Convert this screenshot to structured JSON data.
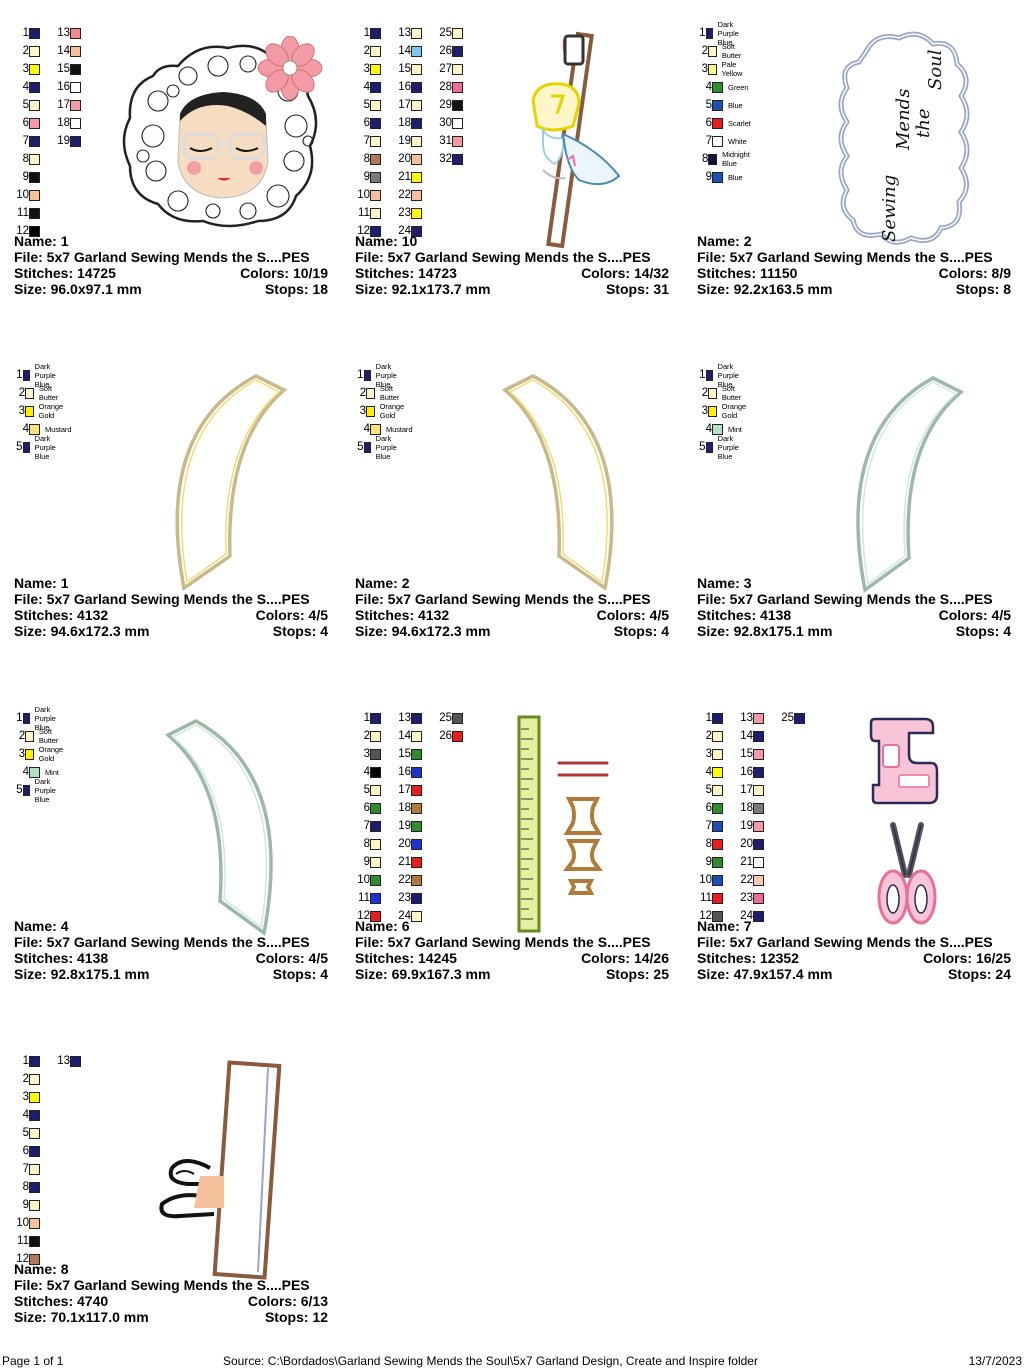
{
  "footer": {
    "page": "Page 1 of 1",
    "source": "Source: C:\\Bordados\\Garland Sewing Mends the Soul\\5x7 Garland Design, Create and Inspire folder",
    "date": "13/7/2023"
  },
  "labels": {
    "name": "Name: ",
    "file": "File: ",
    "stitches": "Stitches: ",
    "colors": "Colors: ",
    "size": "Size: ",
    "stops": "Stops: "
  },
  "designs": [
    {
      "name": "1",
      "file": "5x7 Garland Sewing Mends the S....PES",
      "stitches": "14725",
      "colors": "10/19",
      "size": "96.0x97.1 mm",
      "stops": "18",
      "art": "girl-face",
      "swatch_cols": [
        [
          [
            "1",
            "#1e1e6e"
          ],
          [
            "2",
            "#fdf6c8"
          ],
          [
            "3",
            "#ffff00"
          ],
          [
            "4",
            "#1e1e6e"
          ],
          [
            "5",
            "#fdf6c8"
          ],
          [
            "6",
            "#f29aa5"
          ],
          [
            "7",
            "#1e1e6e"
          ],
          [
            "8",
            "#fdf6c8"
          ],
          [
            "9",
            "#111111"
          ],
          [
            "10",
            "#f6c09a"
          ],
          [
            "11",
            "#111111"
          ],
          [
            "12",
            "#000000"
          ]
        ],
        [
          [
            "13",
            "#f28b8b"
          ],
          [
            "14",
            "#f6c09a"
          ],
          [
            "15",
            "#111111"
          ],
          [
            "16",
            "#ffffff"
          ],
          [
            "17",
            "#f29aa5"
          ],
          [
            "18",
            "#ffffff"
          ],
          [
            "19",
            "#1e1e6e"
          ]
        ]
      ]
    },
    {
      "name": "10",
      "file": "5x7 Garland Sewing Mends the S....PES",
      "stitches": "14723",
      "colors": "14/32",
      "size": "92.1x173.7 mm",
      "stops": "31",
      "art": "girl-ruler",
      "swatch_cols": [
        [
          [
            "1",
            "#1e1e6e"
          ],
          [
            "2",
            "#fdf6c8"
          ],
          [
            "3",
            "#ffff00"
          ],
          [
            "4",
            "#1e1e6e"
          ],
          [
            "5",
            "#fdf6c8"
          ],
          [
            "6",
            "#1e1e6e"
          ],
          [
            "7",
            "#fdf6c8"
          ],
          [
            "8",
            "#b07a5a"
          ],
          [
            "9",
            "#7a7a7a"
          ],
          [
            "10",
            "#f6c09a"
          ],
          [
            "11",
            "#fdf6c8"
          ],
          [
            "12",
            "#1e1e6e"
          ]
        ],
        [
          [
            "13",
            "#fdf6c8"
          ],
          [
            "14",
            "#7fc7f0"
          ],
          [
            "15",
            "#fdf6c8"
          ],
          [
            "16",
            "#1e1e6e"
          ],
          [
            "17",
            "#fdf6c8"
          ],
          [
            "18",
            "#1e1e6e"
          ],
          [
            "19",
            "#fdf6c8"
          ],
          [
            "20",
            "#f6c09a"
          ],
          [
            "21",
            "#ffff00"
          ],
          [
            "22",
            "#f6c09a"
          ],
          [
            "23",
            "#ffff00"
          ],
          [
            "24",
            "#1e1e6e"
          ]
        ],
        [
          [
            "25",
            "#fdf6c8"
          ],
          [
            "26",
            "#1e1e6e"
          ],
          [
            "27",
            "#fdf6c8"
          ],
          [
            "28",
            "#f06a9a"
          ],
          [
            "29",
            "#111111"
          ],
          [
            "30",
            "#ffffff"
          ],
          [
            "31",
            "#f29aa5"
          ],
          [
            "32",
            "#1e1e6e"
          ]
        ]
      ]
    },
    {
      "name": "2",
      "file": "5x7 Garland Sewing Mends the S....PES",
      "stitches": "11150",
      "colors": "8/9",
      "size": "92.2x163.5 mm",
      "stops": "8",
      "art": "cloud",
      "swatch_cols": [
        [
          [
            "1",
            "#1e1e6e",
            "Dark Purple Blue"
          ],
          [
            "2",
            "#fdf6c8",
            "Soft Butter"
          ],
          [
            "3",
            "#ffff88",
            "Pale Yellow"
          ],
          [
            "4",
            "#2e8b2e",
            "Green"
          ],
          [
            "5",
            "#1e50b4",
            "Blue"
          ],
          [
            "6",
            "#e61e1e",
            "Scarlet"
          ],
          [
            "7",
            "#ffffff",
            "White"
          ],
          [
            "8",
            "#111133",
            "Midnight Blue"
          ],
          [
            "9",
            "#1e50b4",
            "Blue"
          ]
        ]
      ],
      "text": [
        "Sewing",
        "Mends",
        "the",
        "Soul"
      ]
    },
    {
      "name": "1",
      "file": "5x7 Garland Sewing Mends the S....PES",
      "stitches": "4132",
      "colors": "4/5",
      "size": "94.6x172.3 mm",
      "stops": "4",
      "art": "arc-left",
      "swatch_cols": [
        [
          [
            "1",
            "#1e1e6e",
            "Dark Purple Blue"
          ],
          [
            "2",
            "#fdf6c8",
            "Soft Butter"
          ],
          [
            "3",
            "#ffee00",
            "Orange Gold"
          ],
          [
            "4",
            "#ffe07a",
            "Mustard"
          ],
          [
            "5",
            "#1e1e6e",
            "Dark Purple Blue"
          ]
        ]
      ]
    },
    {
      "name": "2",
      "file": "5x7 Garland Sewing Mends the S....PES",
      "stitches": "4132",
      "colors": "4/5",
      "size": "94.6x172.3 mm",
      "stops": "4",
      "art": "arc-right",
      "swatch_cols": [
        [
          [
            "1",
            "#1e1e6e",
            "Dark Purple Blue"
          ],
          [
            "2",
            "#fdf6c8",
            "Soft Butter"
          ],
          [
            "3",
            "#ffee00",
            "Orange Gold"
          ],
          [
            "4",
            "#ffe07a",
            "Mustard"
          ],
          [
            "5",
            "#1e1e6e",
            "Dark Purple Blue"
          ]
        ]
      ]
    },
    {
      "name": "3",
      "file": "5x7 Garland Sewing Mends the S....PES",
      "stitches": "4138",
      "colors": "4/5",
      "size": "92.8x175.1 mm",
      "stops": "4",
      "art": "arc-left-mint",
      "swatch_cols": [
        [
          [
            "1",
            "#1e1e6e",
            "Dark Purple Blue"
          ],
          [
            "2",
            "#fdf6c8",
            "Soft Butter"
          ],
          [
            "3",
            "#ffee00",
            "Orange Gold"
          ],
          [
            "4",
            "#b4e0c8",
            "Mint"
          ],
          [
            "5",
            "#1e1e6e",
            "Dark Purple Blue"
          ]
        ]
      ]
    },
    {
      "name": "4",
      "file": "5x7 Garland Sewing Mends the S....PES",
      "stitches": "4138",
      "colors": "4/5",
      "size": "92.8x175.1 mm",
      "stops": "4",
      "art": "arc-right-mint",
      "swatch_cols": [
        [
          [
            "1",
            "#1e1e6e",
            "Dark Purple Blue"
          ],
          [
            "2",
            "#fdf6c8",
            "Soft Butter"
          ],
          [
            "3",
            "#ffee00",
            "Orange Gold"
          ],
          [
            "4",
            "#b4e0c8",
            "Mint"
          ],
          [
            "5",
            "#1e1e6e",
            "Dark Purple Blue"
          ]
        ]
      ]
    },
    {
      "name": "6",
      "file": "5x7 Garland Sewing Mends the S....PES",
      "stitches": "14245",
      "colors": "14/26",
      "size": "69.9x167.3 mm",
      "stops": "25",
      "art": "ruler-bobbins",
      "swatch_cols": [
        [
          [
            "1",
            "#1e1e6e"
          ],
          [
            "2",
            "#fdf6c8"
          ],
          [
            "3",
            "#555555"
          ],
          [
            "4",
            "#000000"
          ],
          [
            "5",
            "#fdf6c8"
          ],
          [
            "6",
            "#2e8b2e"
          ],
          [
            "7",
            "#1e1e6e"
          ],
          [
            "8",
            "#fdf6c8"
          ],
          [
            "9",
            "#fdf6c8"
          ],
          [
            "10",
            "#2e8b2e"
          ],
          [
            "11",
            "#1e32d2"
          ],
          [
            "12",
            "#e61e1e"
          ]
        ],
        [
          [
            "13",
            "#1e1e6e"
          ],
          [
            "14",
            "#fdf6c8"
          ],
          [
            "15",
            "#2e8b2e"
          ],
          [
            "16",
            "#1e32d2"
          ],
          [
            "17",
            "#e61e1e"
          ],
          [
            "18",
            "#b07a3a"
          ],
          [
            "19",
            "#2e8b2e"
          ],
          [
            "20",
            "#1e32d2"
          ],
          [
            "21",
            "#e61e1e"
          ],
          [
            "22",
            "#b07a3a"
          ],
          [
            "23",
            "#1e1e6e"
          ],
          [
            "24",
            "#fdf6c8"
          ]
        ],
        [
          [
            "25",
            "#555555"
          ],
          [
            "26",
            "#e61e1e"
          ]
        ]
      ]
    },
    {
      "name": "7",
      "file": "5x7 Garland Sewing Mends the S....PES",
      "stitches": "12352",
      "colors": "16/25",
      "size": "47.9x157.4 mm",
      "stops": "24",
      "art": "machine-scissors",
      "swatch_cols": [
        [
          [
            "1",
            "#1e1e6e"
          ],
          [
            "2",
            "#fdf6c8"
          ],
          [
            "3",
            "#fdf6c8"
          ],
          [
            "4",
            "#ffff00"
          ],
          [
            "5",
            "#fdf6c8"
          ],
          [
            "6",
            "#2e8b2e"
          ],
          [
            "7",
            "#1e50b4"
          ],
          [
            "8",
            "#e61e1e"
          ],
          [
            "9",
            "#2e8b2e"
          ],
          [
            "10",
            "#1e50b4"
          ],
          [
            "11",
            "#e61e1e"
          ],
          [
            "12",
            "#555555"
          ]
        ],
        [
          [
            "13",
            "#f29aa5"
          ],
          [
            "14",
            "#1e1e6e"
          ],
          [
            "15",
            "#f29aa5"
          ],
          [
            "16",
            "#1e1e6e"
          ],
          [
            "17",
            "#fdf6c8"
          ],
          [
            "18",
            "#7a7a7a"
          ],
          [
            "19",
            "#f29aa5"
          ],
          [
            "20",
            "#1e1e6e"
          ],
          [
            "21",
            "#ffffff"
          ],
          [
            "22",
            "#f6c8b4"
          ],
          [
            "23",
            "#f06a9a"
          ],
          [
            "24",
            "#1e1e6e"
          ]
        ],
        [
          [
            "25",
            "#1e1e6e"
          ]
        ]
      ]
    },
    {
      "name": "8",
      "file": "5x7 Garland Sewing Mends the S....PES",
      "stitches": "4740",
      "colors": "6/13",
      "size": "70.1x117.0 mm",
      "stops": "12",
      "art": "hand-ruler",
      "swatch_cols": [
        [
          [
            "1",
            "#1e1e6e"
          ],
          [
            "2",
            "#fdf6c8"
          ],
          [
            "3",
            "#ffff00"
          ],
          [
            "4",
            "#1e1e6e"
          ],
          [
            "5",
            "#fdf6c8"
          ],
          [
            "6",
            "#1e1e6e"
          ],
          [
            "7",
            "#fdf6c8"
          ],
          [
            "8",
            "#1e1e6e"
          ],
          [
            "9",
            "#fdf6c8"
          ],
          [
            "10",
            "#f6c09a"
          ],
          [
            "11",
            "#111111"
          ],
          [
            "12",
            "#b07a5a"
          ]
        ],
        [
          [
            "13",
            "#1e1e6e"
          ]
        ]
      ]
    }
  ]
}
